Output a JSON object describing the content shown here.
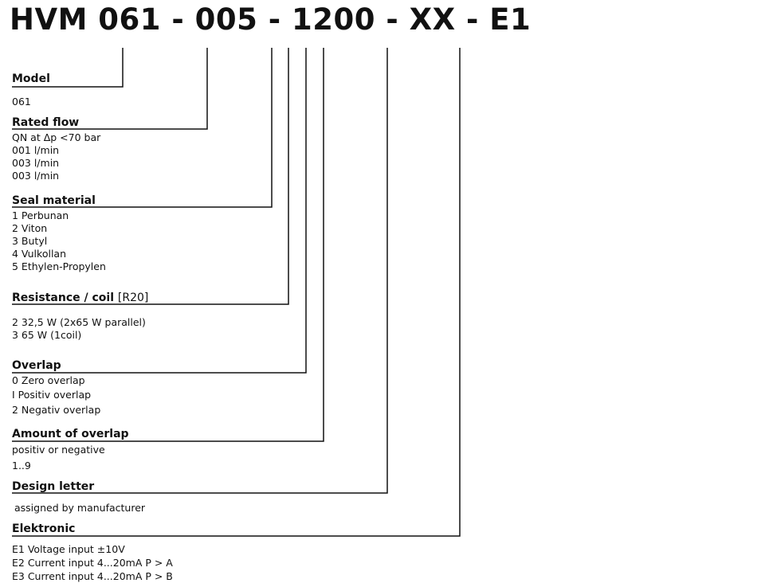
{
  "code": "HVM 061 - 005 - 1200 - XX - E1",
  "sections": [
    {
      "heading": "Model",
      "options": [
        "061"
      ]
    },
    {
      "heading": "Rated flow",
      "options": [
        "QN at Δp <70 bar",
        "001 l/min",
        "003 l/min",
        "003 l/min"
      ]
    },
    {
      "heading": "Seal material",
      "options": [
        "1  Perbunan",
        "2  Viton",
        "3  Butyl",
        "4  Vulkollan",
        "5  Ethylen-Propylen"
      ]
    },
    {
      "heading": "Resistance / coil",
      "note": "[R20]",
      "options": [
        "2  32,5 W (2x65 W parallel)",
        "3  65 W (1coil)"
      ]
    },
    {
      "heading": "Overlap",
      "options": [
        "0  Zero overlap",
        "I  Positiv overlap",
        "2  Negativ overlap"
      ]
    },
    {
      "heading": "Amount of overlap",
      "options": [
        "positiv or negative",
        "1..9"
      ]
    },
    {
      "heading": "Design letter",
      "options": [
        "assigned by manufacturer"
      ]
    },
    {
      "heading": "Elektronic",
      "options": [
        "E1  Voltage input ±10V",
        "E2  Current input 4...20mA P > A",
        "E3  Current input 4...20mA P > B"
      ]
    }
  ],
  "colors": {
    "text": "#111111",
    "line": "#111111",
    "background": "#ffffff"
  }
}
